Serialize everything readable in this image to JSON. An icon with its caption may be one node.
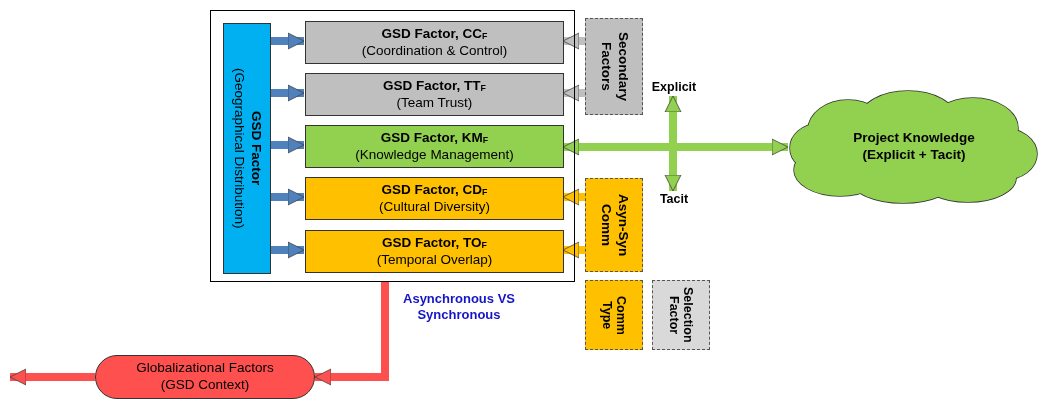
{
  "diagram": {
    "nodes": [
      {
        "text": [],
        "shape": "box"
      },
      {
        "text": [
          "GSD Factor",
          "(Geographical Distribution)"
        ],
        "in": 0
      },
      {
        "text": [
          "GSD Factor, CC$_{F}$",
          "(Coordination & Control)"
        ],
        "in": 0
      },
      {
        "text": [
          "GSD Factor, TT$_{F}$",
          "(Team Trust)"
        ],
        "in": 0
      },
      {
        "text": [
          "GSD Factor, KM$_{F}$",
          "(Knowledge Management)"
        ],
        "in": 0
      },
      {
        "text": [
          "GSD Factor, CD$_{F}$",
          "(Cultural Diversity)"
        ],
        "in": 0
      },
      {
        "text": [
          "GSD Factor, TO$_{F}$",
          "(Temporal Overlap)"
        ],
        "in": 0
      },
      {
        "text": [
          "Secondary Factors"
        ]
      },
      {
        "text": [
          "Asyn-Syn Comm"
        ]
      },
      {
        "text": [
          "Project Knowledge (Explicit + Tacit)"
        ]
      },
      {
        "text": [
          "Globalizational Factors (GSD Context)"
        ]
      },
      {
        "text": [
          "Explicit"
        ]
      },
      {
        "text": [
          "Tacit"
        ]
      }
    ],
    "edges": [
      {
        "from": 1,
        "to": 2,
        "arrow": "to"
      },
      {
        "from": 1,
        "to": 3,
        "arrow": "to"
      },
      {
        "from": 1,
        "to": 4,
        "arrow": "to"
      },
      {
        "from": 1,
        "to": 5,
        "arrow": "to"
      },
      {
        "from": 1,
        "to": 6,
        "arrow": "to"
      },
      {
        "from": 7,
        "to": 2,
        "arrow": "to",
        "color": "#bfbfbf"
      },
      {
        "from": 7,
        "to": 3,
        "arrow": "to",
        "color": "#bfbfbf"
      },
      {
        "from": 8,
        "to": 5,
        "arrow": "to",
        "color": "#ffc000"
      },
      {
        "from": 8,
        "to": 6,
        "arrow": "to",
        "color": "#ffc000"
      },
      {
        "from": 9,
        "to": 4,
        "arrow": "both",
        "color": "#92d050"
      },
      {
        "from": 0,
        "to": 10,
        "arrow": "to",
        "label": "Asynchronous VS Synchronous",
        "color": "#ff5050"
      },
      {
        "from": 10,
        "to": null,
        "arrow": "to",
        "color": "#ff5050"
      },
      {
        "from": 11,
        "to": 12,
        "arrow": "both",
        "color": "#92d050"
      }
    ],
    "legend": [
      {
        "text": "Comm Type",
        "color": "#ffc000"
      },
      {
        "text": "Selection Factor",
        "color": "#d9d9d9"
      }
    ]
  }
}
